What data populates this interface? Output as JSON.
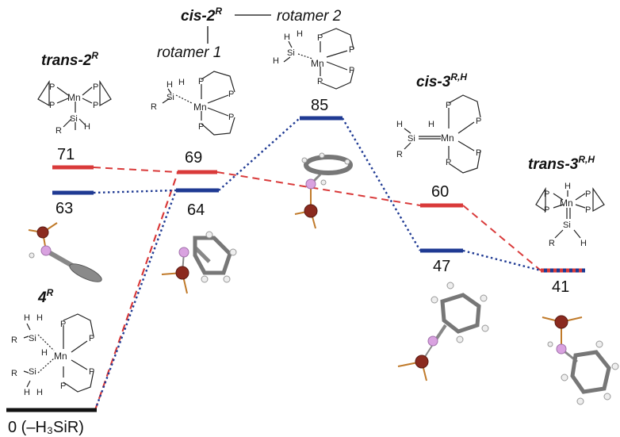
{
  "species": {
    "s4": {
      "label": "4",
      "sup": "R",
      "energy": "0 (–H₃SiR)"
    },
    "trans2": {
      "label": "trans-2",
      "sup": "R",
      "energy_red": "71",
      "energy_blue": "63"
    },
    "cis2": {
      "label": "cis-2",
      "sup": "R",
      "rotamer1": "rotamer 1",
      "rotamer2": "rotamer 2",
      "energy_r1_red": "69",
      "energy_r1_blue": "64",
      "energy_r2": "85"
    },
    "cis3": {
      "label": "cis-3",
      "sup": "R,H",
      "energy_red": "60",
      "energy_blue": "47"
    },
    "trans3": {
      "label": "trans-3",
      "sup": "R,H",
      "energy": "41"
    }
  },
  "atoms": {
    "P": "P",
    "Mn": "Mn",
    "Si": "Si",
    "H": "H",
    "R": "R"
  },
  "colors": {
    "red_path": "#d93a3a",
    "blue_path": "#1f3a93",
    "ground": "#111111",
    "si_atom": "#8b2a1f",
    "h_atom": "#d9a2e0",
    "c_atom": "#8a8a8a",
    "bond": "#c07a2a"
  }
}
